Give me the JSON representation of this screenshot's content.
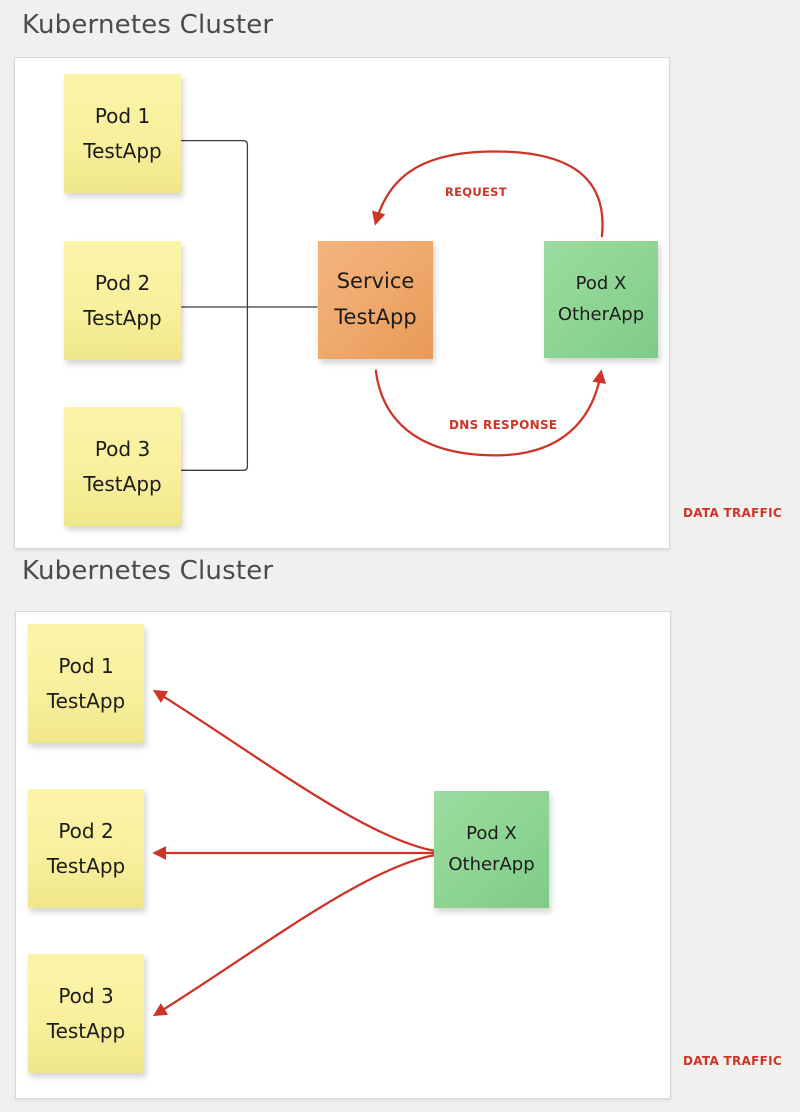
{
  "colors": {
    "background": "#f0f0ee",
    "pod_yellow": "#f8f09e",
    "service_orange": "#eea86c",
    "pod_green": "#8ed593",
    "arrow_red": "#cf3428",
    "connector_dark": "#3c3c3c",
    "title_gray": "#4b4b4b"
  },
  "diagram1": {
    "title": "Kubernetes Cluster",
    "pods": [
      {
        "name": "Pod 1",
        "app": "TestApp"
      },
      {
        "name": "Pod 2",
        "app": "TestApp"
      },
      {
        "name": "Pod 3",
        "app": "TestApp"
      }
    ],
    "service": {
      "name": "Service",
      "app": "TestApp"
    },
    "pod_x": {
      "name": "Pod X",
      "app": "OtherApp"
    },
    "request_label": "REQUEST",
    "dns_response_label": "DNS RESPONSE",
    "data_traffic_label": "DATA TRAFFIC"
  },
  "diagram2": {
    "title": "Kubernetes Cluster",
    "pods": [
      {
        "name": "Pod 1",
        "app": "TestApp"
      },
      {
        "name": "Pod 2",
        "app": "TestApp"
      },
      {
        "name": "Pod 3",
        "app": "TestApp"
      }
    ],
    "pod_x": {
      "name": "Pod X",
      "app": "OtherApp"
    },
    "data_traffic_label": "DATA TRAFFIC"
  }
}
